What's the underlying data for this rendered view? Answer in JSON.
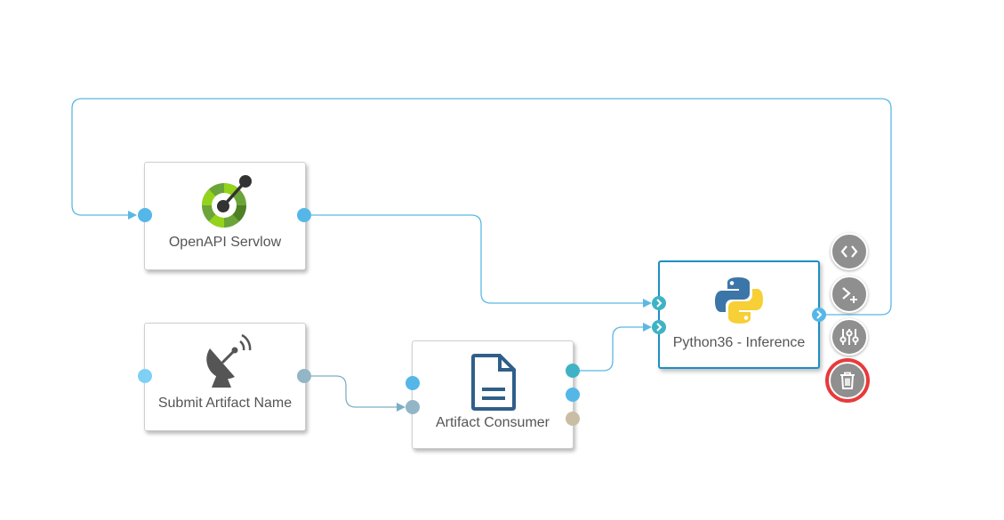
{
  "diagram": {
    "nodes": [
      {
        "id": "openapi",
        "label": "OpenAPI Servlow",
        "icon": "openapi-logo-icon"
      },
      {
        "id": "submit",
        "label": "Submit Artifact Name",
        "icon": "satellite-dish-icon"
      },
      {
        "id": "artifact",
        "label": "Artifact Consumer",
        "icon": "document-icon"
      },
      {
        "id": "python",
        "label": "Python36 - Inference",
        "icon": "python-logo-icon",
        "selected": true
      }
    ],
    "edges": [
      {
        "from": "openapi",
        "to": "python"
      },
      {
        "from": "submit",
        "to": "artifact"
      },
      {
        "from": "artifact",
        "to": "python"
      },
      {
        "from": "python",
        "to": "openapi"
      }
    ],
    "actions": [
      {
        "name": "code-view-button",
        "icon": "code-brackets-icon"
      },
      {
        "name": "add-terminal-button",
        "icon": "terminal-plus-icon"
      },
      {
        "name": "settings-button",
        "icon": "sliders-icon"
      },
      {
        "name": "delete-button",
        "icon": "trash-icon",
        "highlighted": true
      }
    ],
    "colors": {
      "edge": "#5bb8e3",
      "port_blue": "#54b7e8",
      "port_light": "#7fd0f5",
      "port_slate": "#93b6c6",
      "port_teal": "#3fb3c5",
      "port_tan": "#c9bea3",
      "selected_border": "#1b8fc4",
      "delete_ring": "#e83a3a",
      "action_bg": "#8f8f8f"
    }
  }
}
